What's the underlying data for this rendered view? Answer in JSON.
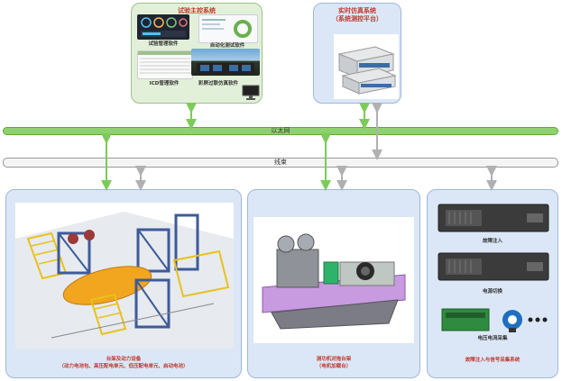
{
  "test_system": {
    "title": "试验主控系统",
    "items": {
      "management": "试验管理软件",
      "automation": "自动化测试软件",
      "icd": "ICD管理软件",
      "cockpit": "彩屏过联仿真软件"
    }
  },
  "realtime_system": {
    "title_line1": "实时仿真系统",
    "title_line2": "（系统测控平台）"
  },
  "buses": {
    "ethernet": "以太网",
    "cable": "线束"
  },
  "rig": {
    "caption_line1": "台架及动力设备",
    "caption_line2": "（动力电池包、高压配电单元、低压配电单元、启动电池）"
  },
  "motor": {
    "caption_line1": "测功机对拖台架",
    "caption_line2": "（电机加载台）"
  },
  "fault": {
    "title": "故障注入与信号采集系统",
    "items": {
      "inject": "故障注入",
      "switch": "电源切换",
      "sample": "电压电流采集"
    }
  },
  "colors": {
    "ethernet": "#8fd16d",
    "cable": "#f4f4f4",
    "arrow_green": "#7ccb5a",
    "arrow_gray": "#b0b0b0",
    "caption": "#c0392b"
  }
}
